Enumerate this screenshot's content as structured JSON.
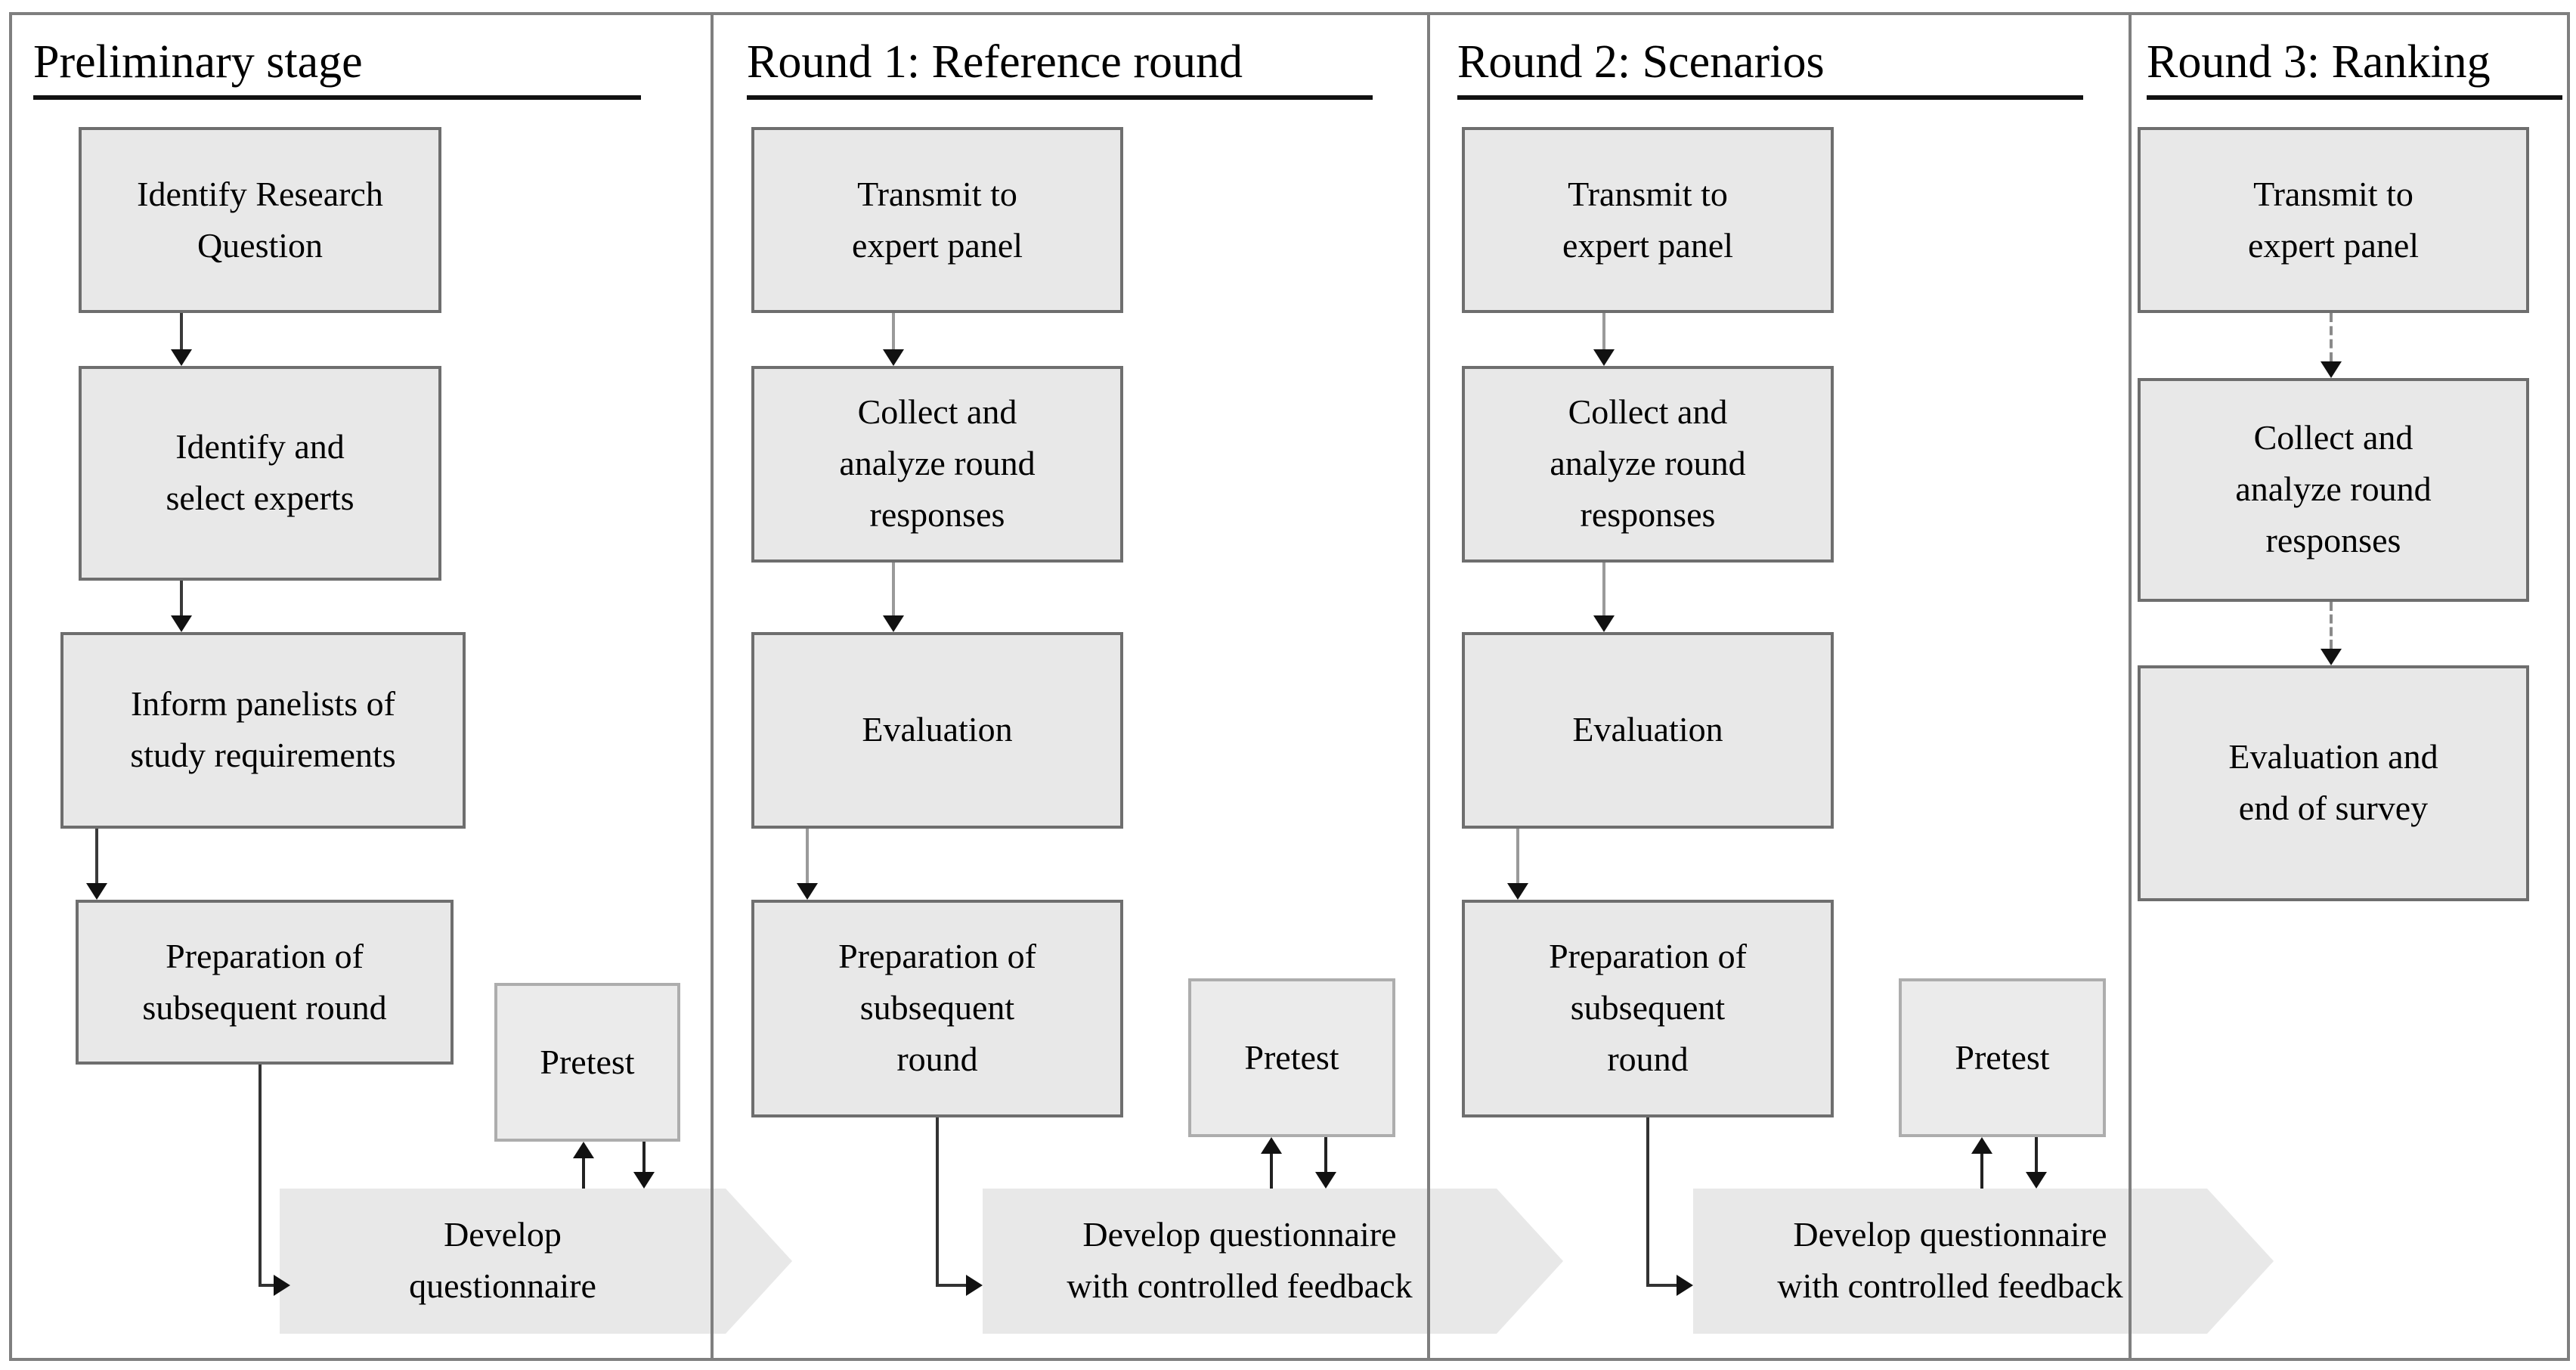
{
  "diagram": {
    "columns": [
      {
        "title": "Preliminary stage",
        "boxes": [
          "Identify Research\nQuestion",
          "Identify and\nselect experts",
          "Inform panelists of\nstudy requirements",
          "Preparation of\nsubsequent round"
        ],
        "pretest": "Pretest",
        "chevron": "Develop\nquestionnaire"
      },
      {
        "title": "Round 1: Reference round",
        "boxes": [
          "Transmit to\nexpert panel",
          "Collect and\nanalyze round\nresponses",
          "Evaluation",
          "Preparation of\nsubsequent\nround"
        ],
        "pretest": "Pretest",
        "chevron": "Develop questionnaire\nwith controlled feedback"
      },
      {
        "title": "Round 2: Scenarios",
        "boxes": [
          "Transmit to\nexpert panel",
          "Collect and\nanalyze round\nresponses",
          "Evaluation",
          "Preparation of\nsubsequent\nround"
        ],
        "pretest": "Pretest",
        "chevron": "Develop questionnaire\nwith controlled feedback"
      },
      {
        "title": "Round 3: Ranking",
        "boxes": [
          "Transmit to\nexpert panel",
          "Collect and\nanalyze round\nresponses",
          "Evaluation and\nend of survey"
        ]
      }
    ],
    "colors": {
      "box_fill": "#e8e8e8",
      "box_border": "#6e6e6e",
      "pretest_border": "#adadad",
      "frame_border": "#7f7f7f",
      "header_underline": "#111111",
      "arrow": "#111111",
      "background": "#ffffff"
    }
  }
}
